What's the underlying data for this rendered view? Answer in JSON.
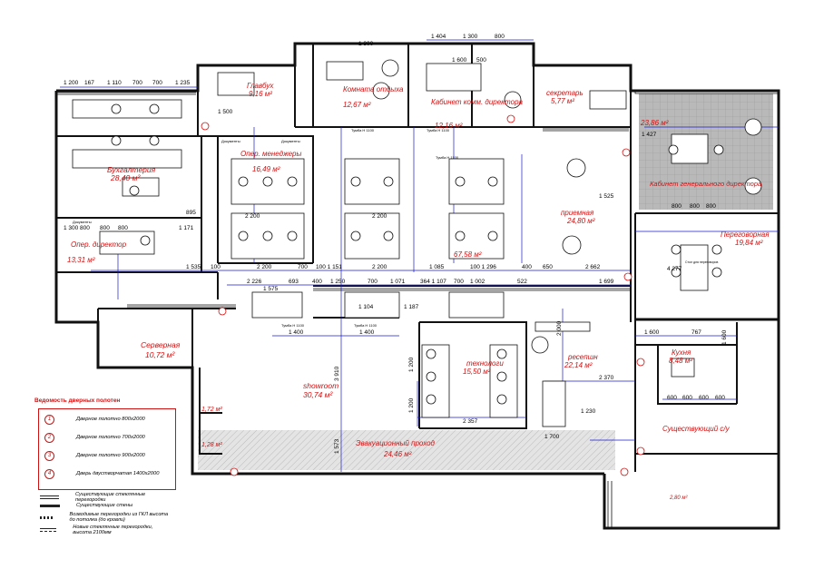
{
  "rooms": {
    "glavbuh": {
      "name": "Главбух",
      "area": "9,16 м²"
    },
    "komnata": {
      "name": "Комната отдыха",
      "area": "12,67 м²"
    },
    "kabinet_komm": {
      "name": "Кабинет комм. директора",
      "area": "12,16 м²"
    },
    "sekretar": {
      "name": "секретарь",
      "area": "5,77 м²"
    },
    "kab_gen": {
      "name": "Кабинет генерального директора",
      "area": "23,86 м²"
    },
    "buh": {
      "name": "Бухгалтерия",
      "area": "28,40 м²"
    },
    "oper_men": {
      "name": "Опер. менеджеры",
      "area": "16,49 м²"
    },
    "open": {
      "area": "67,58 м²"
    },
    "priemnaya": {
      "name": "приемная",
      "area": "24,80 м²"
    },
    "oper_dir": {
      "name": "Опер. директор",
      "area": "13,31 м²"
    },
    "peregovornaya": {
      "name": "Переговорная",
      "area": "19,84 м²"
    },
    "servernaya": {
      "name": "Серверная",
      "area": "10,72 м²"
    },
    "showroom": {
      "name": "showroom",
      "area": "30,74 м²"
    },
    "tehnologi": {
      "name": "технологи",
      "area": "15,50 м²"
    },
    "resepshn": {
      "name": "ресепшн",
      "area": "22,14 м²"
    },
    "kuhnya": {
      "name": "Кухня",
      "area": "8,48 м²"
    },
    "su": {
      "name": "Существующий с/у"
    },
    "evak": {
      "name": "Эвакуационный проход",
      "area": "24,46 м²"
    },
    "small1": {
      "area": "1,72 м²"
    },
    "small2": {
      "area": "1,28 м²"
    },
    "small3": {
      "area": "2,80 м²"
    }
  },
  "dims": {
    "top_row": [
      "1 200",
      "167",
      "1 110",
      "700",
      "700",
      "1 235"
    ],
    "top_mid": [
      "1 404",
      "1 300",
      "800"
    ],
    "top_mid2": [
      "1 600",
      "500"
    ],
    "row_300": [
      "1 300"
    ],
    "main_row": [
      "1 535",
      "100",
      "2 200",
      "700",
      "100 1 151",
      "2 200",
      "1 085",
      "100 1 296",
      "400",
      "650",
      "2 662"
    ],
    "second_row": [
      "2 226",
      "693",
      "400",
      "1 250",
      "700",
      "1 071",
      "364 1 107",
      "700",
      "1 002",
      "522",
      "1 699"
    ],
    "mid": [
      "1 400",
      "1 400",
      "1 200",
      "1 200",
      "2 357",
      "2 000",
      "2 370",
      "1 700",
      "1 573",
      "3 910"
    ],
    "left": [
      "1 300",
      "800",
      "800",
      "800",
      "1 171",
      "895",
      "1 500",
      "1 427",
      "1 525",
      "1 230",
      "1 575"
    ],
    "kitchen": [
      "1 600",
      "767",
      "1 600",
      "600",
      "600",
      "600",
      "600",
      "800",
      "800",
      "800",
      "4 277"
    ],
    "extra": [
      "1 104",
      "1 187",
      "2 200",
      "2 200"
    ]
  },
  "labels": {
    "tumba": "Тумба H 1100",
    "documents": "Документы",
    "stol": "Стол для переговоров"
  },
  "legend": {
    "title": "Ведомость дверных полотен",
    "doors": [
      {
        "num": "1",
        "text": "Дверное полотно 800х2000"
      },
      {
        "num": "2",
        "text": "Дверное полотно 700х2000"
      },
      {
        "num": "3",
        "text": "Дверное полотно 900х2000"
      },
      {
        "num": "4",
        "text": "Дверь двустворчатая 1400х2000"
      }
    ],
    "walls": [
      "Существующие стеклянные перегородки",
      "Существующие стены",
      "Возводимые перегородки из ГКЛ высота до потолка (до кровли)",
      "Новые стеклянные перегородки, высота 2100мм"
    ]
  },
  "colors": {
    "room_text": "#d01010",
    "dim_line": "#1a1ad0",
    "wall": "#111111"
  }
}
